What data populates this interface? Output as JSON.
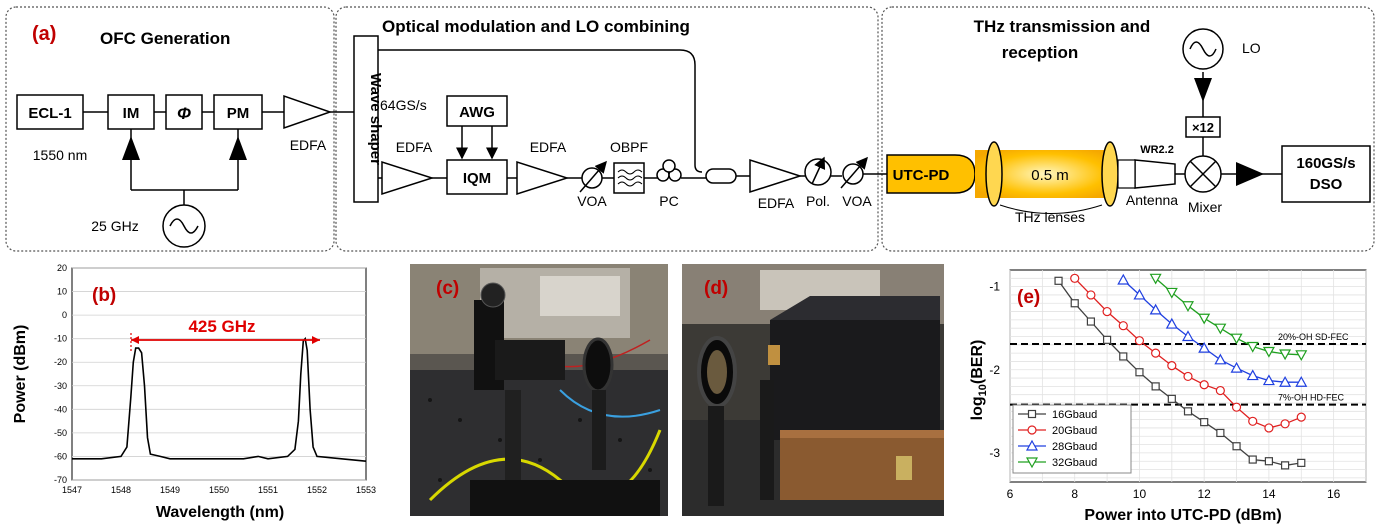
{
  "panel_a": {
    "label": "(a)",
    "sec1": "OFC Generation",
    "sec2": "Optical modulation and LO combining",
    "sec3_l1": "THz transmission and",
    "sec3_l2": "reception",
    "ecl": "ECL-1",
    "ecl_wl": "1550 nm",
    "im": "IM",
    "phi": "Φ",
    "pm": "PM",
    "edfa": "EDFA",
    "rf": "25 GHz",
    "ws": "Wave shaper",
    "awg_rate": "64GS/s",
    "awg": "AWG",
    "iqm": "IQM",
    "obpf": "OBPF",
    "voa": "VOA",
    "pc": "PC",
    "pol": "Pol.",
    "utc": "UTC-PD",
    "dist": "0.5 m",
    "lenses": "THz lenses",
    "wr": "WR2.2",
    "antenna": "Antenna",
    "mixer": "Mixer",
    "mult": "×12",
    "lo": "LO",
    "dso1": "160GS/s",
    "dso2": "DSO"
  },
  "panel_b": {
    "label": "(b)",
    "annotation": "425 GHz",
    "chart_data": {
      "type": "line",
      "xlabel": "Wavelength (nm)",
      "ylabel": "Power (dBm)",
      "xlim": [
        1547,
        1553
      ],
      "ylim": [
        -70,
        20
      ],
      "xticks": [
        "1547",
        "1548",
        "1549",
        "1550",
        "1551",
        "1552",
        "1553"
      ],
      "yticks": [
        "20",
        "10",
        "0",
        "-10",
        "-20",
        "-30",
        "-40",
        "-50",
        "-60",
        "-70"
      ],
      "grid": true,
      "x": [
        1547.0,
        1547.6,
        1548.0,
        1548.12,
        1548.2,
        1548.25,
        1548.3,
        1548.36,
        1548.42,
        1548.48,
        1548.54,
        1548.6,
        1548.8,
        1549.0,
        1549.5,
        1550.0,
        1550.5,
        1550.8,
        1551.0,
        1551.4,
        1551.55,
        1551.62,
        1551.67,
        1551.72,
        1551.76,
        1551.8,
        1551.86,
        1551.92,
        1552.0,
        1552.5,
        1553.0
      ],
      "y": [
        -61,
        -61,
        -60,
        -56,
        -35,
        -20,
        -14,
        -14,
        -16,
        -30,
        -52,
        -59,
        -60,
        -61,
        -61,
        -61,
        -61,
        -60,
        -61,
        -60,
        -57,
        -45,
        -25,
        -11,
        -10,
        -15,
        -40,
        -56,
        -60,
        -61,
        -62
      ]
    }
  },
  "panel_c": {
    "label": "(c)"
  },
  "panel_d": {
    "label": "(d)"
  },
  "panel_e": {
    "label": "(e)",
    "sd_fec": "20%-OH SD-FEC",
    "hd_fec": "7%-OH HD-FEC",
    "chart_data": {
      "type": "line",
      "xlabel": "Power into UTC-PD (dBm)",
      "ylabel": "log10(BER)",
      "xlim": [
        6,
        17
      ],
      "ylim": [
        -3.35,
        -0.8
      ],
      "xticks": [
        "6",
        "8",
        "10",
        "12",
        "14",
        "16"
      ],
      "yticks": [
        "-1",
        "-2",
        "-3"
      ],
      "thresholds": [
        -1.69,
        -2.42
      ],
      "legend_position": "bottom-left",
      "series": [
        {
          "name": "16Gbaud",
          "color": "#404040",
          "marker": "square",
          "x": [
            7.5,
            8,
            8.5,
            9,
            9.5,
            10,
            10.5,
            11,
            11.5,
            12,
            12.5,
            13,
            13.5,
            14,
            14.5,
            15
          ],
          "y": [
            -0.93,
            -1.2,
            -1.42,
            -1.64,
            -1.84,
            -2.03,
            -2.2,
            -2.35,
            -2.5,
            -2.63,
            -2.76,
            -2.92,
            -3.08,
            -3.1,
            -3.15,
            -3.12
          ]
        },
        {
          "name": "20Gbaud",
          "color": "#e02020",
          "marker": "circle",
          "x": [
            8,
            8.5,
            9,
            9.5,
            10,
            10.5,
            11,
            11.5,
            12,
            12.5,
            13,
            13.5,
            14,
            14.5,
            15
          ],
          "y": [
            -0.9,
            -1.1,
            -1.3,
            -1.47,
            -1.65,
            -1.8,
            -1.95,
            -2.08,
            -2.18,
            -2.25,
            -2.45,
            -2.62,
            -2.7,
            -2.65,
            -2.57
          ]
        },
        {
          "name": "28Gbaud",
          "color": "#2040e0",
          "marker": "triangle-up",
          "x": [
            9.5,
            10,
            10.5,
            11,
            11.5,
            12,
            12.5,
            13,
            13.5,
            14,
            14.5,
            15
          ],
          "y": [
            -0.92,
            -1.1,
            -1.28,
            -1.45,
            -1.6,
            -1.74,
            -1.88,
            -1.98,
            -2.07,
            -2.13,
            -2.15,
            -2.15
          ]
        },
        {
          "name": "32Gbaud",
          "color": "#20a020",
          "marker": "triangle-down",
          "x": [
            10.5,
            11,
            11.5,
            12,
            12.5,
            13,
            13.5,
            14,
            14.5,
            15
          ],
          "y": [
            -0.9,
            -1.07,
            -1.23,
            -1.38,
            -1.5,
            -1.62,
            -1.72,
            -1.78,
            -1.81,
            -1.82
          ]
        }
      ]
    }
  }
}
